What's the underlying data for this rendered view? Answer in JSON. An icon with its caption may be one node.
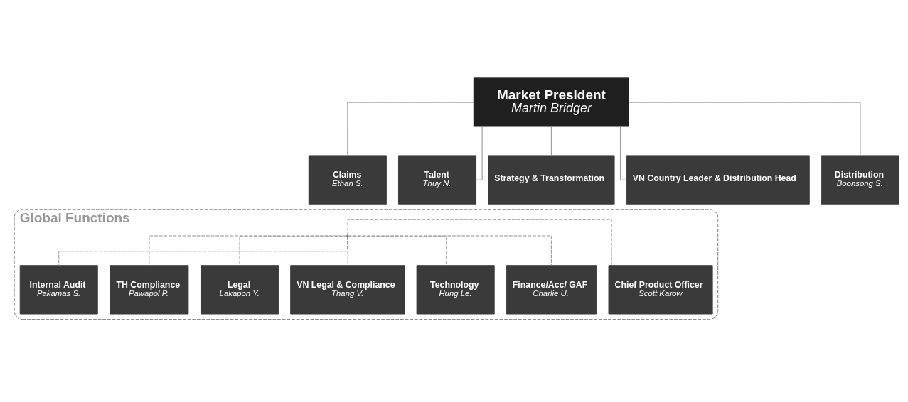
{
  "diagram": {
    "nodes": [
      {
        "text": [
          "Market President",
          "Martin Bridger"
        ]
      },
      {
        "text": [
          "Claims",
          "Ethan S."
        ]
      },
      {
        "text": [
          "Talent",
          "Thuy N."
        ]
      },
      {
        "text": [
          "Strategy & Transformation"
        ]
      },
      {
        "text": [
          "VN Country Leader & Distribution Head"
        ]
      },
      {
        "text": [
          "Distribution",
          "Boonsong S."
        ]
      },
      {
        "text": [
          "Global Functions"
        ]
      },
      {
        "text": [
          "Internal Audit",
          "Pakamas S."
        ],
        "in": 6
      },
      {
        "text": [
          "TH Compliance",
          "Pawapol P."
        ],
        "in": 6
      },
      {
        "text": [
          "Legal",
          "Lakapon Y."
        ],
        "in": 6
      },
      {
        "text": [
          "VN Legal & Compliance",
          "Thang V."
        ],
        "in": 6
      },
      {
        "text": [
          "Technology",
          "Hung Le."
        ],
        "in": 6
      },
      {
        "text": [
          "Finance/Acc/ GAF",
          "Charlie U."
        ],
        "in": 6
      },
      {
        "text": [
          "Chief Product Officer",
          "Scott Karow"
        ],
        "in": 6
      }
    ],
    "edges": [
      {
        "from": 0,
        "to": 1,
        "arrow": "none"
      },
      {
        "from": 0,
        "to": 2,
        "arrow": "none"
      },
      {
        "from": 0,
        "to": 3,
        "arrow": "none"
      },
      {
        "from": 0,
        "to": 4,
        "arrow": "none"
      },
      {
        "from": 0,
        "to": 5,
        "arrow": "none"
      },
      {
        "from": 6,
        "to": 7,
        "arrow": "none",
        "style": "dashed"
      },
      {
        "from": 6,
        "to": 8,
        "arrow": "none",
        "style": "dashed"
      },
      {
        "from": 6,
        "to": 9,
        "arrow": "none",
        "style": "dashed"
      },
      {
        "from": 6,
        "to": 10,
        "arrow": "none",
        "style": "dashed"
      },
      {
        "from": 6,
        "to": 11,
        "arrow": "none",
        "style": "dashed"
      },
      {
        "from": 6,
        "to": 12,
        "arrow": "none",
        "style": "dashed"
      },
      {
        "from": 6,
        "to": 13,
        "arrow": "none",
        "style": "dashed"
      }
    ]
  }
}
